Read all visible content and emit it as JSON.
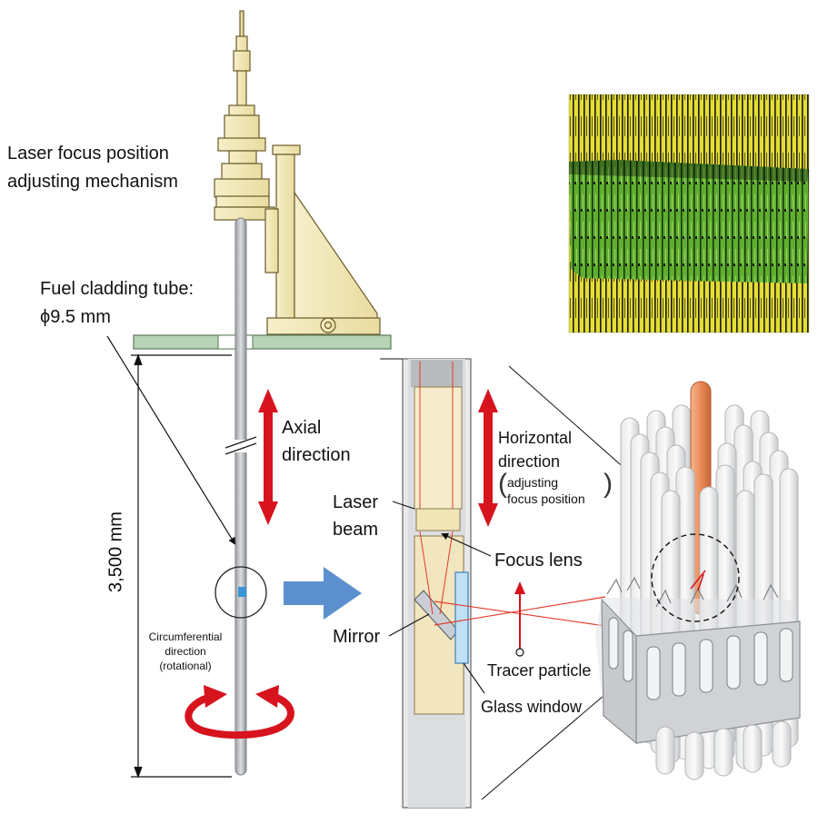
{
  "labels": {
    "mechanism_line1": "Laser focus position",
    "mechanism_line2": "adjusting mechanism",
    "tube_line1": "Fuel cladding tube:",
    "tube_line2": "ϕ9.5 mm",
    "axial_line1": "Axial",
    "axial_line2": "direction",
    "height": "3,500 mm",
    "circ_line1": "Circumferential",
    "circ_line2": "direction",
    "circ_line3": "(rotational)",
    "horizontal_line1": "Horizontal",
    "horizontal_line2": "direction",
    "adjust_line1": "adjusting",
    "adjust_line2": "focus position",
    "laser_line1": "Laser",
    "laser_line2": "beam",
    "focus_lens": "Focus lens",
    "mirror": "Mirror",
    "tracer": "Tracer particle",
    "glass": "Glass window"
  },
  "colors": {
    "arrow_red": "#d7131d",
    "machine_cream": "#f2e7ad",
    "machine_outline": "#6a5a2a",
    "plate_green": "#b9d3b6",
    "tube_gray": "#c6c8cb",
    "blue_arrow": "#5b8fce",
    "heatmap_yellow": "#e6df3a",
    "heatmap_green": "#5fae2e",
    "highlight_rod": "#e98a55"
  },
  "icons": {
    "big_arrow": "right-block-arrow",
    "rotation": "circular-rotation-arrow"
  }
}
